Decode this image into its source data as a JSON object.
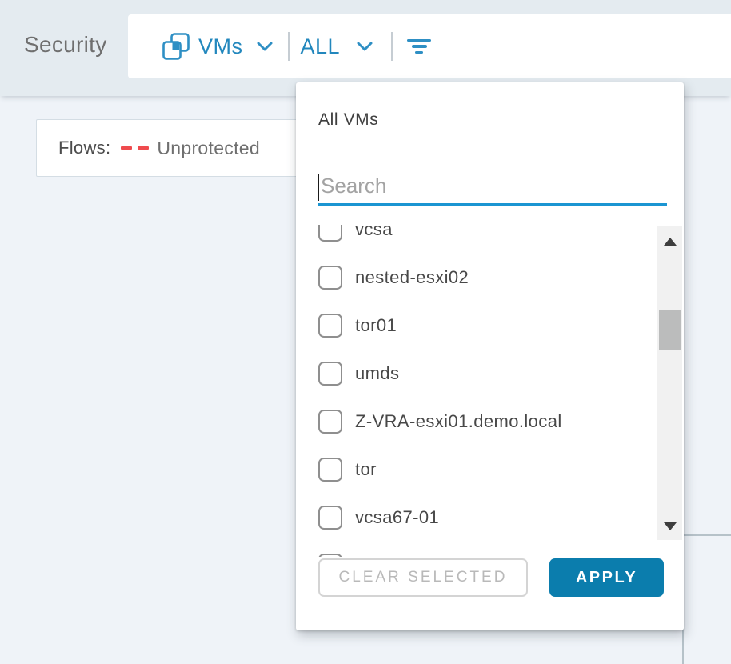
{
  "page": {
    "title": "Security"
  },
  "toolbar": {
    "entity_selector": {
      "label": "VMs",
      "icon": "vm-stack-icon"
    },
    "scope_selector": {
      "label": "ALL"
    },
    "filter_icon": "filter-lines-icon"
  },
  "legend": {
    "flows_label": "Flows:",
    "unprotected_label": "Unprotected",
    "unprotected_line_style": "dashed",
    "unprotected_color": "#ef4b4e"
  },
  "dropdown": {
    "title": "All VMs",
    "search": {
      "placeholder": "Search",
      "value": ""
    },
    "items": [
      {
        "label": "vcsa",
        "checked": false,
        "clipped": "top"
      },
      {
        "label": "nested-esxi02",
        "checked": false
      },
      {
        "label": "tor01",
        "checked": false
      },
      {
        "label": "umds",
        "checked": false
      },
      {
        "label": "Z-VRA-esxi01.demo.local",
        "checked": false
      },
      {
        "label": "tor",
        "checked": false
      },
      {
        "label": "vcsa67-01",
        "checked": false
      },
      {
        "label": "",
        "checked": false,
        "clipped": "bottom"
      }
    ],
    "scrollbar": {
      "up_glyph": "▲",
      "down_glyph": "▼"
    },
    "clear_button_label": "CLEAR SELECTED",
    "clear_button_enabled": false,
    "apply_button_label": "APPLY"
  },
  "colors": {
    "accent_blue": "#2287bd",
    "search_underline_blue": "#1b95d2",
    "apply_button_bg": "#0b7dad",
    "unprotected_red": "#ef4b4e",
    "topbar_bg": "#e4ebf0",
    "content_bg": "#eff3f8"
  }
}
